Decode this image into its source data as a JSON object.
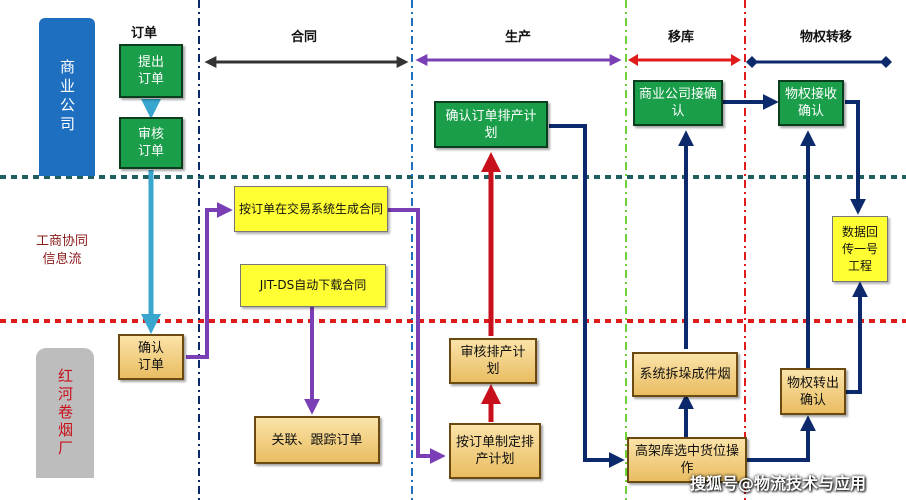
{
  "phases": {
    "order": "订单",
    "contract": "合同",
    "production": "生产",
    "transfer": "移库",
    "ownership": "物权转移"
  },
  "lanes": {
    "commercial": "商业公司",
    "info": "工商协同\n信息流",
    "factory": "红河卷烟厂"
  },
  "nodes": {
    "submit_order": "提出订单",
    "review_order": "审核订单",
    "confirm_order": "确认订单",
    "gen_contract": "按订单在交易系统生成合同",
    "jit_download": "JIT-DS自动下载合同",
    "track_order": "关联、跟踪订单",
    "make_plan": "按订单制定排产计划",
    "review_plan": "审核排产计划",
    "confirm_plan": "确认订单排产计划",
    "warehouse_pick": "高架库选中货位操作",
    "split_stack": "系统拆垛成件烟",
    "commercial_receive": "商业公司接确认",
    "ownership_receive": "物权接收确认",
    "ownership_out": "物权转出确认",
    "data_return": "数据回传一号工程"
  },
  "watermark": "搜狐号@物流技术与应用",
  "colors": {
    "lane_blue": "#1f6fc0",
    "lane_gray": "#bdbdbd",
    "divider_teal": "#1f5f5f",
    "divider_red": "#e01b1b",
    "arrow_cyan": "#38a6cf",
    "arrow_purple": "#7b3fb5",
    "arrow_navy": "#0c2a6b",
    "arrow_red": "#c8101c",
    "arrow_dark": "#333333"
  }
}
